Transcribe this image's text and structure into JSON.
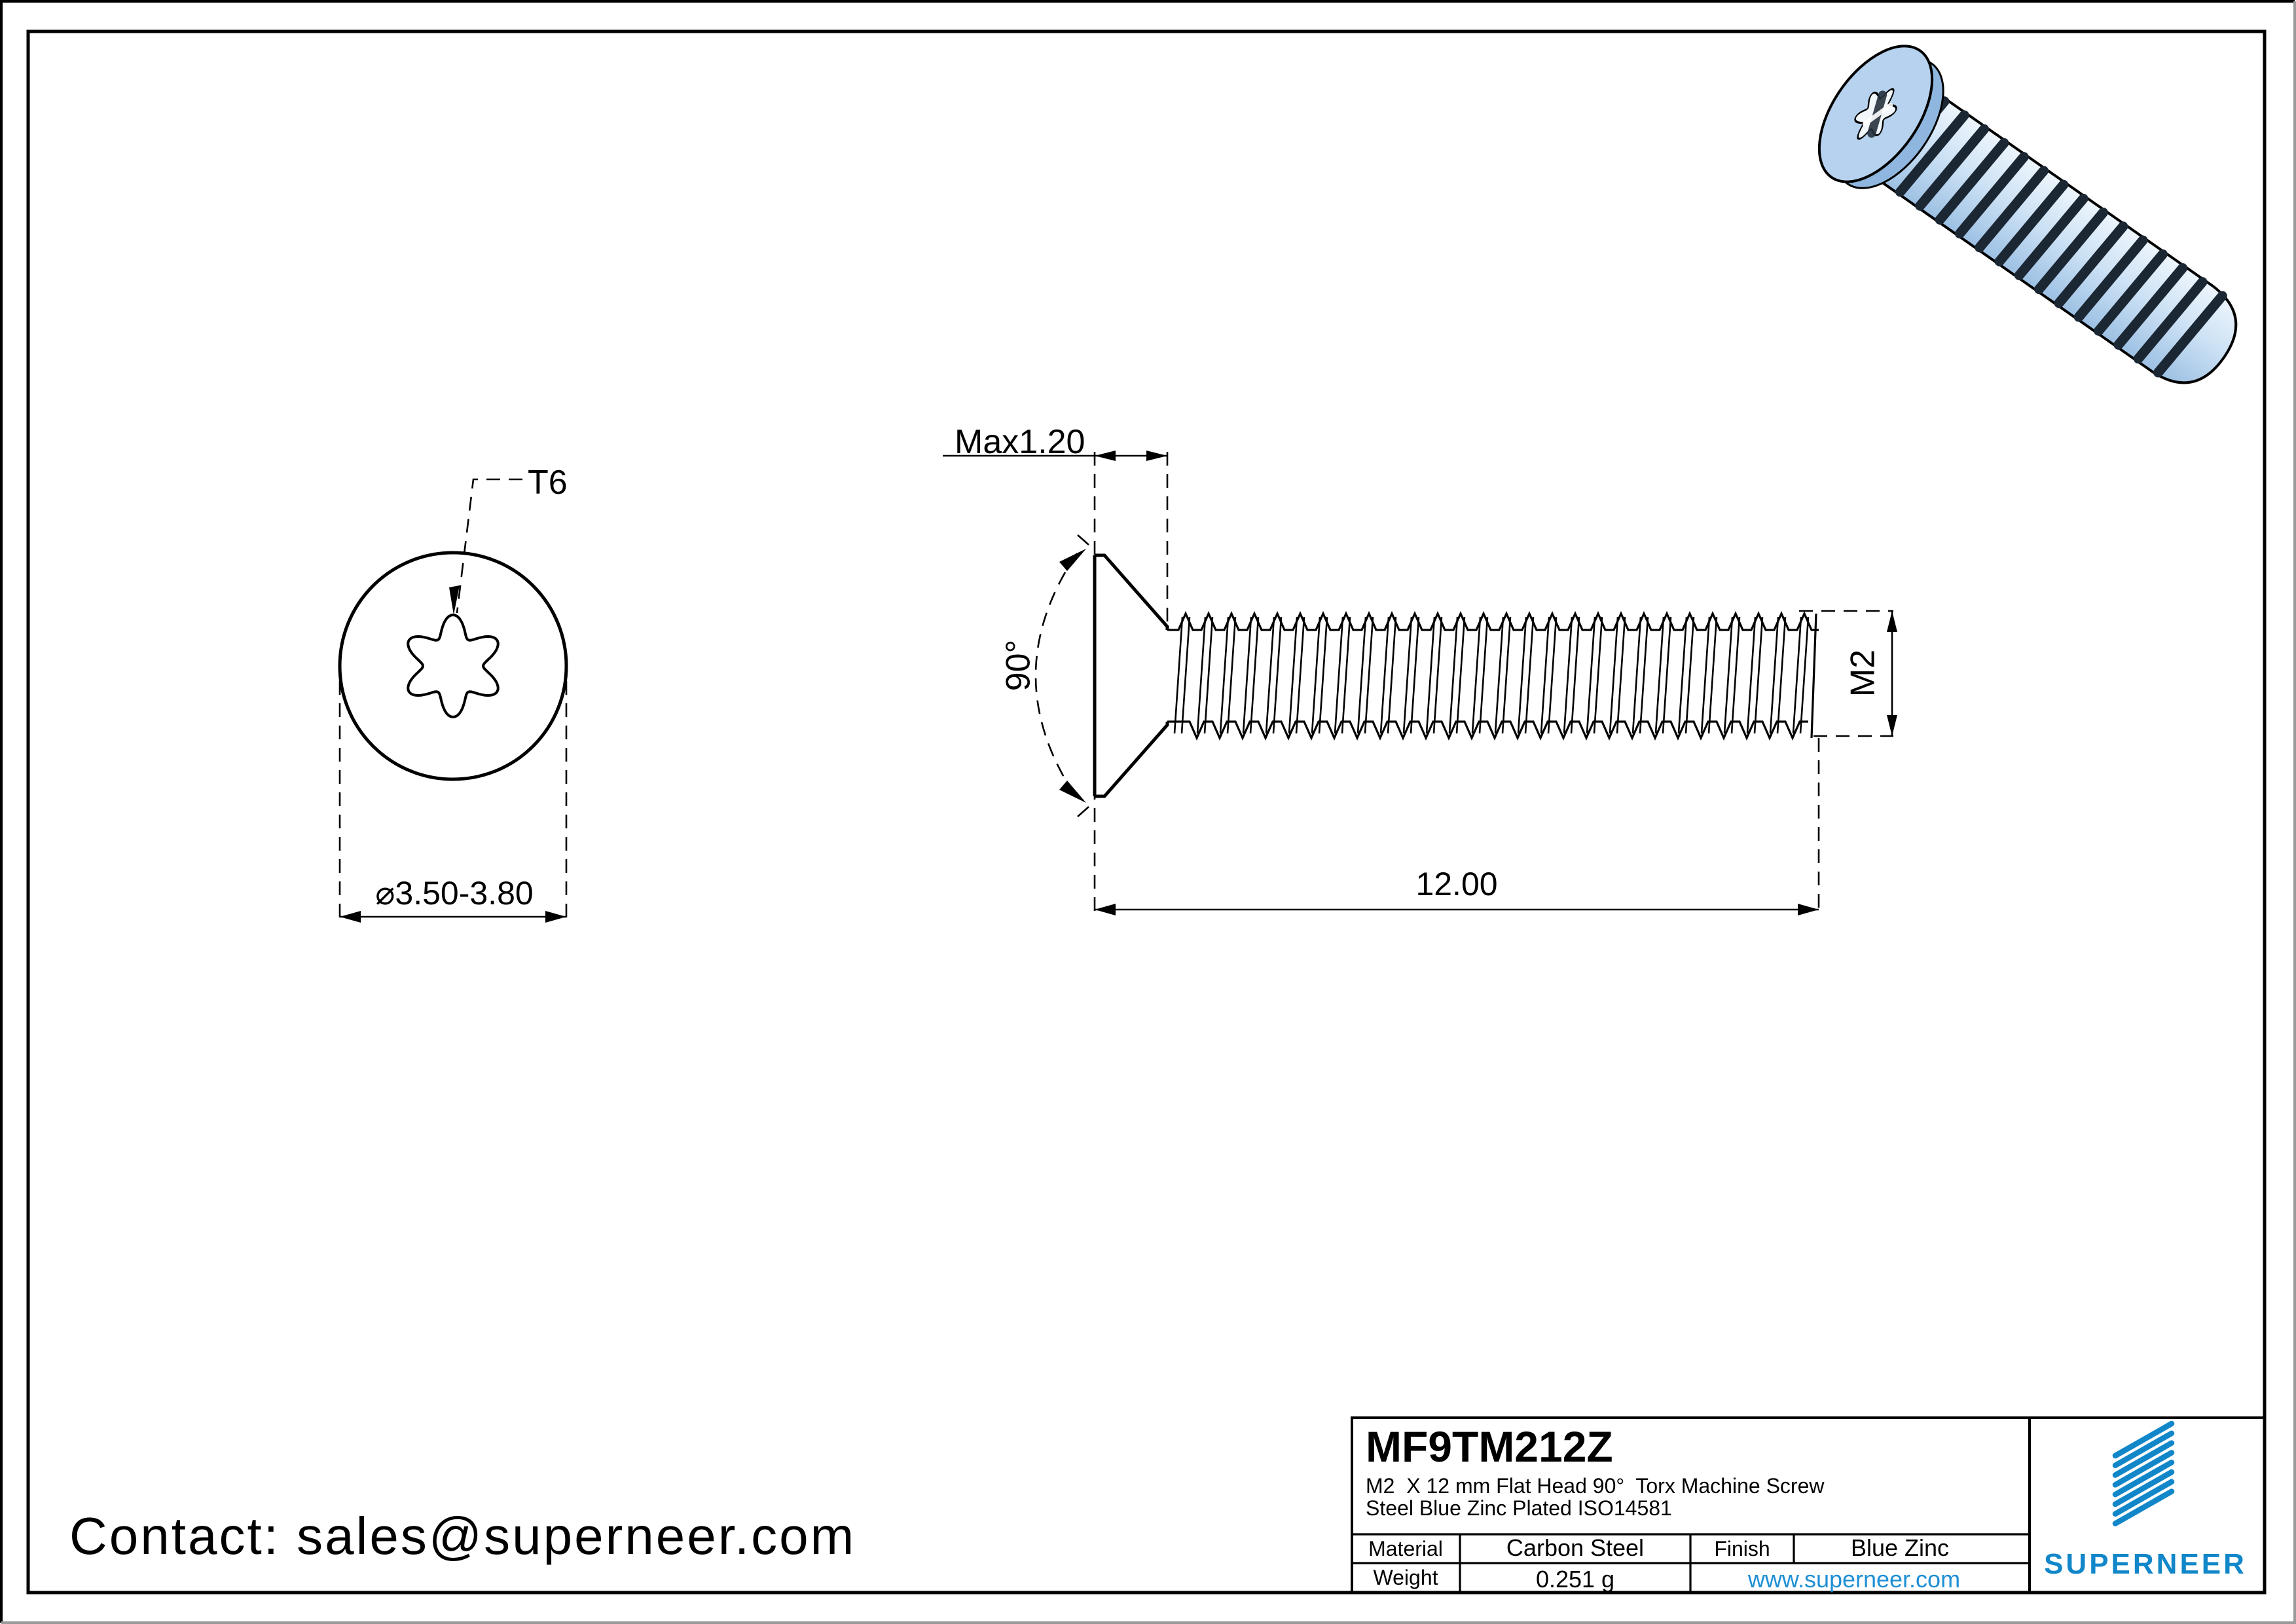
{
  "colors": {
    "line": "#000000",
    "accent": "#1187c9",
    "link": "#1e8fd5",
    "screw_fill": "#b7d2ee",
    "screw_rim": "#8fb6de",
    "screw_light": "#eef5fc",
    "screw_mid": "#cde2f5",
    "screw_deep": "#9cc0e3",
    "rib_dark": "#1c2734",
    "torx_recess": "#f2f7fc"
  },
  "contact": {
    "label": "Contact: sales@superneer.com"
  },
  "top_view": {
    "drive_label": "T6",
    "diameter_label": "⌀3.50-3.80"
  },
  "side_view": {
    "head_height_label": "Max1.20",
    "angle_label": "90°",
    "thread_size_label": "M2",
    "length_label": "12.00"
  },
  "title_block": {
    "part_number": "MF9TM212Z",
    "description_line1": "M2  X 12 mm Flat Head 90°  Torx Machine Screw",
    "description_line2": "Steel Blue Zinc Plated ISO14581",
    "material_label": "Material",
    "material_value": "Carbon Steel",
    "finish_label": "Finish",
    "finish_value": "Blue Zinc",
    "weight_label": "Weight",
    "weight_value": "0.251 g",
    "website": "www.superneer.com",
    "brand": "SUPERNEER"
  }
}
